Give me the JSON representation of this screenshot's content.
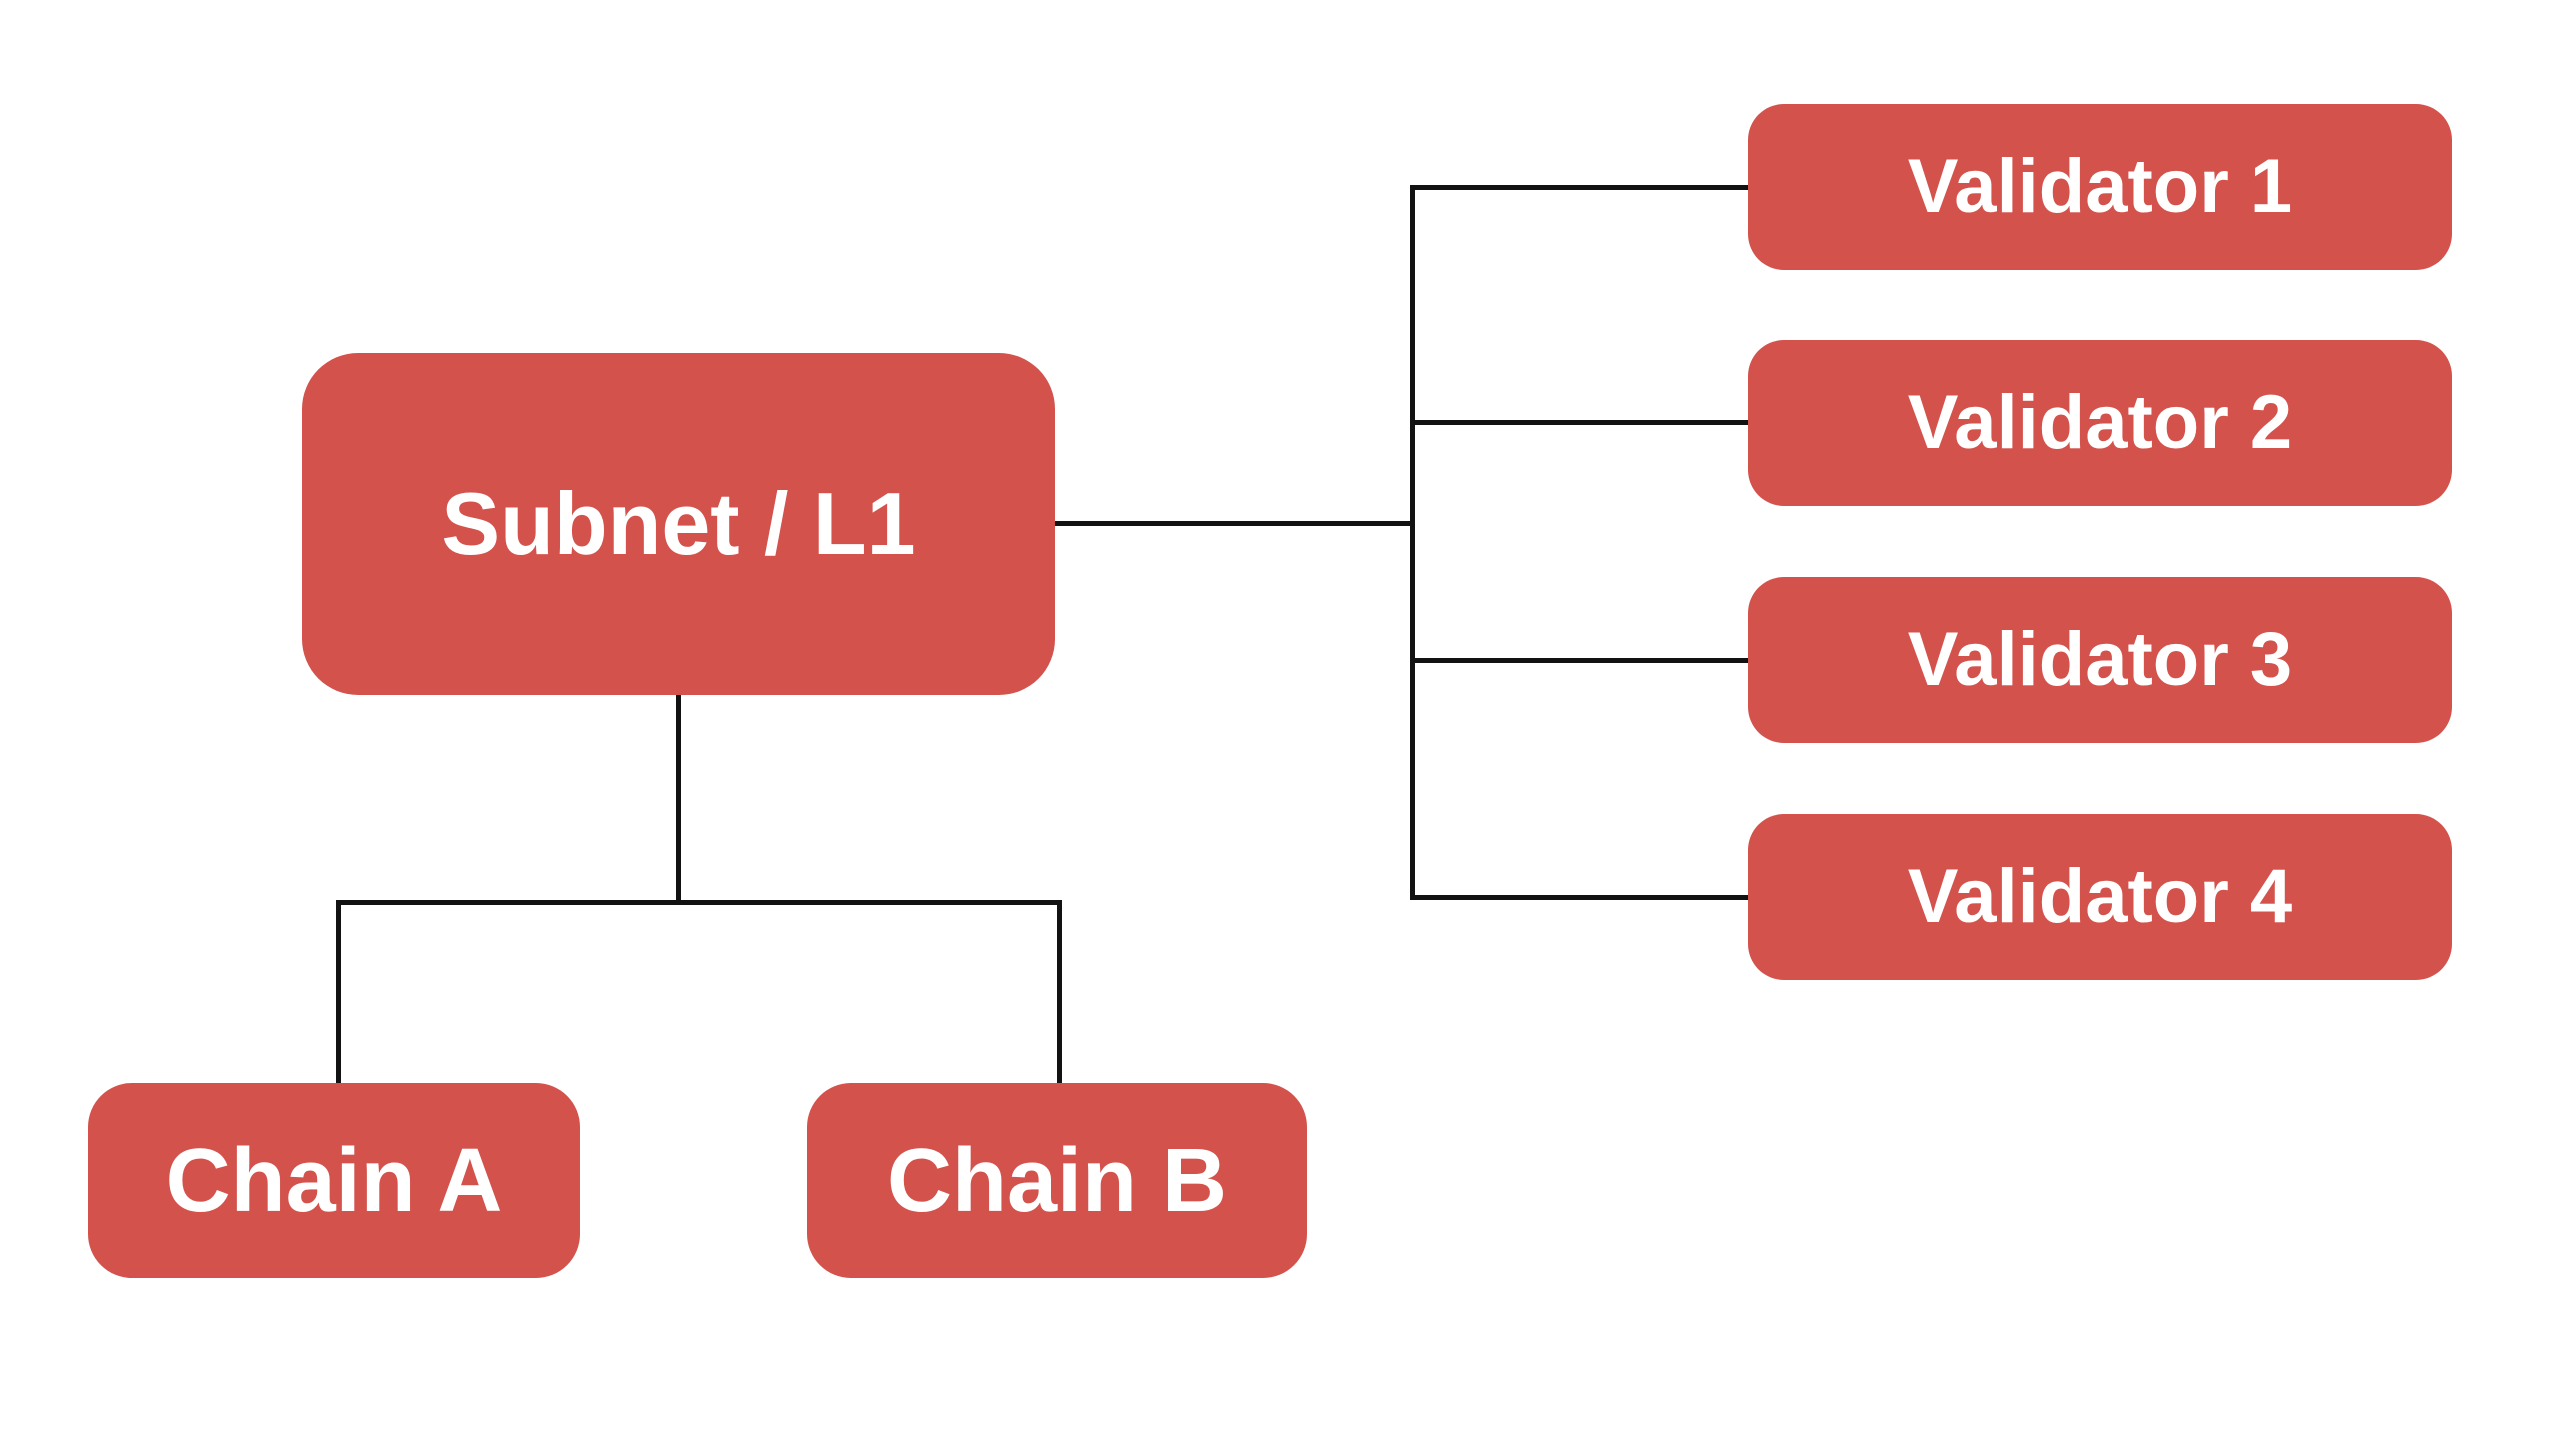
{
  "diagram": {
    "theme": {
      "canvas_bg": "#ffffff",
      "node_fill": "#d4524c",
      "node_text": "#ffffff",
      "line_color": "#121212"
    },
    "nodes": {
      "subnet": {
        "label": "Subnet / L1"
      },
      "validators": [
        {
          "label": "Validator 1"
        },
        {
          "label": "Validator 2"
        },
        {
          "label": "Validator 3"
        },
        {
          "label": "Validator 4"
        }
      ],
      "chains": [
        {
          "label": "Chain A"
        },
        {
          "label": "Chain B"
        }
      ]
    }
  }
}
